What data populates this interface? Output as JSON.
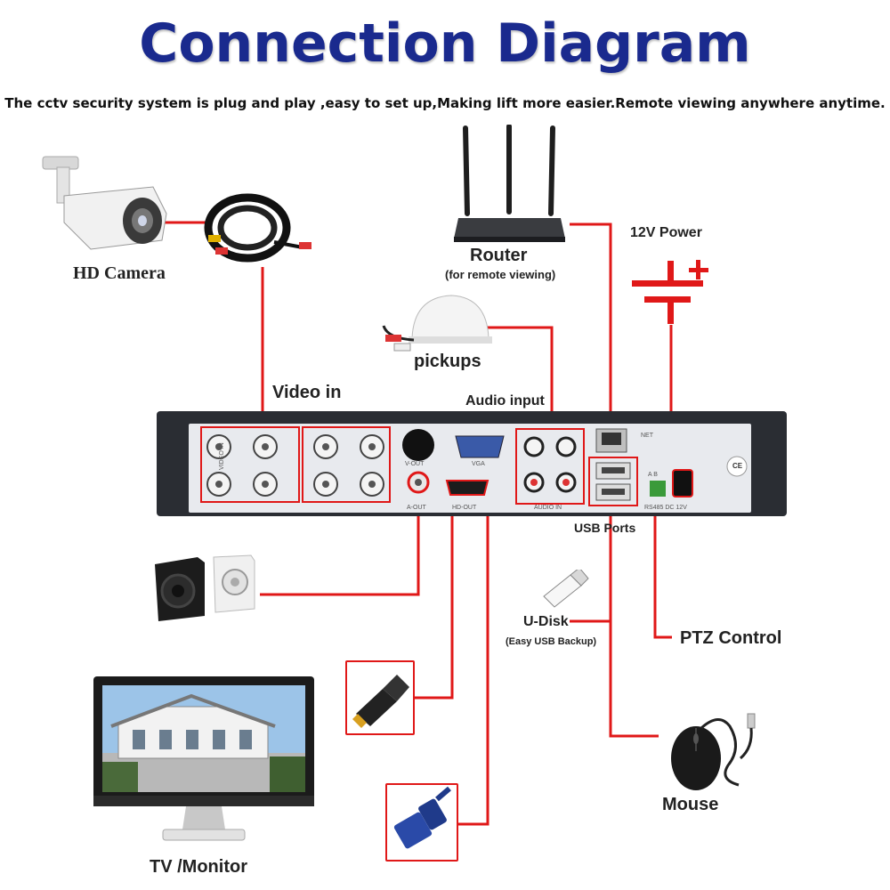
{
  "header": {
    "title": "Connection Diagram",
    "subtitle": "The cctv security system is plug and play ,easy to set up,Making lift more easier.Remote viewing anywhere anytime."
  },
  "labels": {
    "hd_camera": "HD Camera",
    "router": "Router",
    "router_note": "(for remote viewing)",
    "power": "12V Power",
    "pickups": "pickups",
    "video_in": "Video in",
    "audio_input": "Audio input",
    "usb_ports": "USB Ports",
    "udisk": "U-Disk",
    "udisk_note": "(Easy USB Backup)",
    "ptz_control": "PTZ Control",
    "mouse": "Mouse",
    "tv_monitor": "TV /Monitor"
  },
  "dvr_panel": {
    "video_in_label": "VIDEO IN",
    "vout": "V-OUT",
    "vga": "VGA",
    "hdout": "HD-OUT",
    "aout": "A-OUT",
    "audio_in": "AUDIO IN",
    "net": "NET",
    "rs485": "RS485 DC 12V",
    "ab": "A  B",
    "ce": "CE"
  },
  "colors": {
    "title": "#1a2a8e",
    "wire": "#e01818",
    "panel": "#2a2d33"
  }
}
